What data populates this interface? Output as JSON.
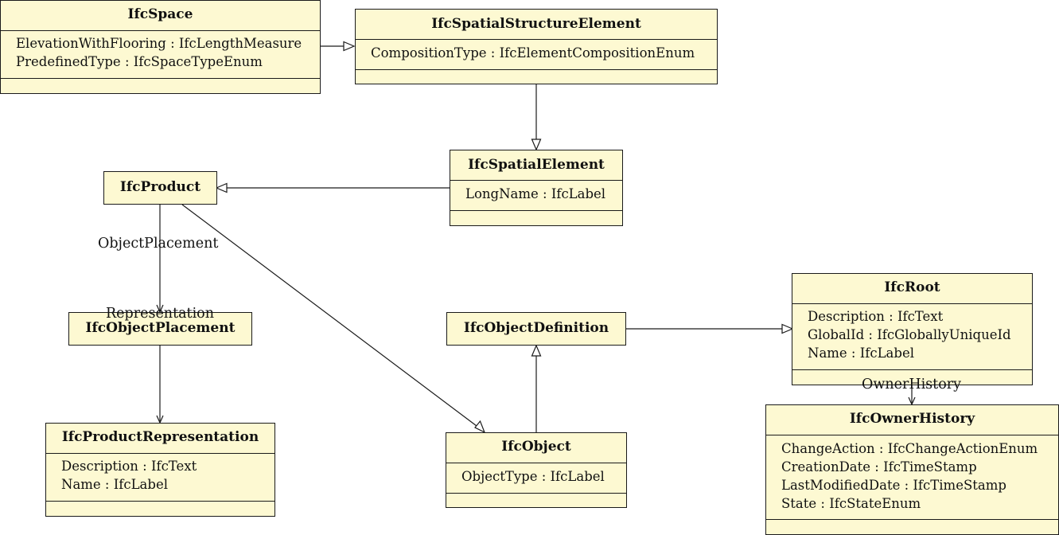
{
  "diagram": {
    "classes": {
      "space": {
        "name": "IfcSpace",
        "attributes": [
          "ElevationWithFlooring : IfcLengthMeasure",
          "PredefinedType : IfcSpaceTypeEnum"
        ]
      },
      "spatial_structure_element": {
        "name": "IfcSpatialStructureElement",
        "attributes": [
          "CompositionType : IfcElementCompositionEnum"
        ]
      },
      "spatial_element": {
        "name": "IfcSpatialElement",
        "attributes": [
          "LongName : IfcLabel"
        ]
      },
      "product": {
        "name": "IfcProduct"
      },
      "object_placement": {
        "name": "IfcObjectPlacement"
      },
      "product_representation": {
        "name": "IfcProductRepresentation",
        "attributes": [
          "Description : IfcText",
          "Name : IfcLabel"
        ]
      },
      "object_definition": {
        "name": "IfcObjectDefinition"
      },
      "object": {
        "name": "IfcObject",
        "attributes": [
          "ObjectType : IfcLabel"
        ]
      },
      "root": {
        "name": "IfcRoot",
        "attributes": [
          "Description : IfcText",
          "GlobalId : IfcGloballyUniqueId",
          "Name : IfcLabel"
        ]
      },
      "owner_history": {
        "name": "IfcOwnerHistory",
        "attributes": [
          "ChangeAction : IfcChangeActionEnum",
          "CreationDate : IfcTimeStamp",
          "LastModifiedDate : IfcTimeStamp",
          "State : IfcStateEnum"
        ]
      }
    },
    "edge_labels": {
      "object_placement": "ObjectPlacement",
      "representation": "Representation",
      "owner_history": "OwnerHistory"
    },
    "colors": {
      "class_fill": "#fdf9d2",
      "line": "#1a1a1a"
    }
  }
}
